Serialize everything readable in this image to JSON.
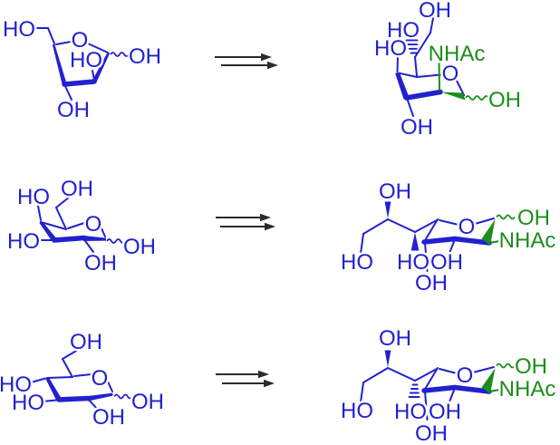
{
  "colors": {
    "bond_blue": "#2121cf",
    "accent_green": "#1b8e1b",
    "arrow_black": "#2b2b2b",
    "background": "#ffffff"
  },
  "rows": [
    {
      "reactant": {
        "labels": {
          "ho_c5": "HO",
          "ring_o": "O",
          "ho_c2": "HO",
          "anomeric_oh": "OH",
          "oh_c3": "OH"
        }
      },
      "arrow_icon": "double-reaction-arrow",
      "product": {
        "labels": {
          "oh_c7": "OH",
          "ho_c6": "HO",
          "ho_c4": "HO",
          "nhac": "NHAc",
          "ring_o": "O",
          "anomeric_oh": "OH",
          "oh_c3": "OH"
        }
      }
    },
    {
      "reactant": {
        "labels": {
          "ho_c4": "HO",
          "oh_c6": "OH",
          "ring_o": "O",
          "ho_c3": "HO",
          "anomeric_oh": "OH",
          "oh_c2": "OH"
        }
      },
      "arrow_icon": "double-reaction-arrow",
      "product": {
        "labels": {
          "oh_c7": "OH",
          "ho_c8": "HO",
          "ho_c6": "HO",
          "oh_c3": "OH",
          "oh_c4": "OH",
          "ring_o": "O",
          "anomeric_oh": "OH",
          "nhac": "NHAc"
        }
      }
    },
    {
      "reactant": {
        "labels": {
          "oh_c6": "OH",
          "ho_c4": "HO",
          "ho_c3": "HO",
          "ring_o": "O",
          "anomeric_oh": "OH",
          "oh_c2": "OH"
        }
      },
      "arrow_icon": "double-reaction-arrow",
      "product": {
        "labels": {
          "oh_c7": "OH",
          "ho_c8": "HO",
          "ho_c6": "HO",
          "oh_c3": "OH",
          "oh_c4": "OH",
          "ring_o": "O",
          "anomeric_oh": "OH",
          "nhac": "NHAc"
        }
      }
    }
  ]
}
